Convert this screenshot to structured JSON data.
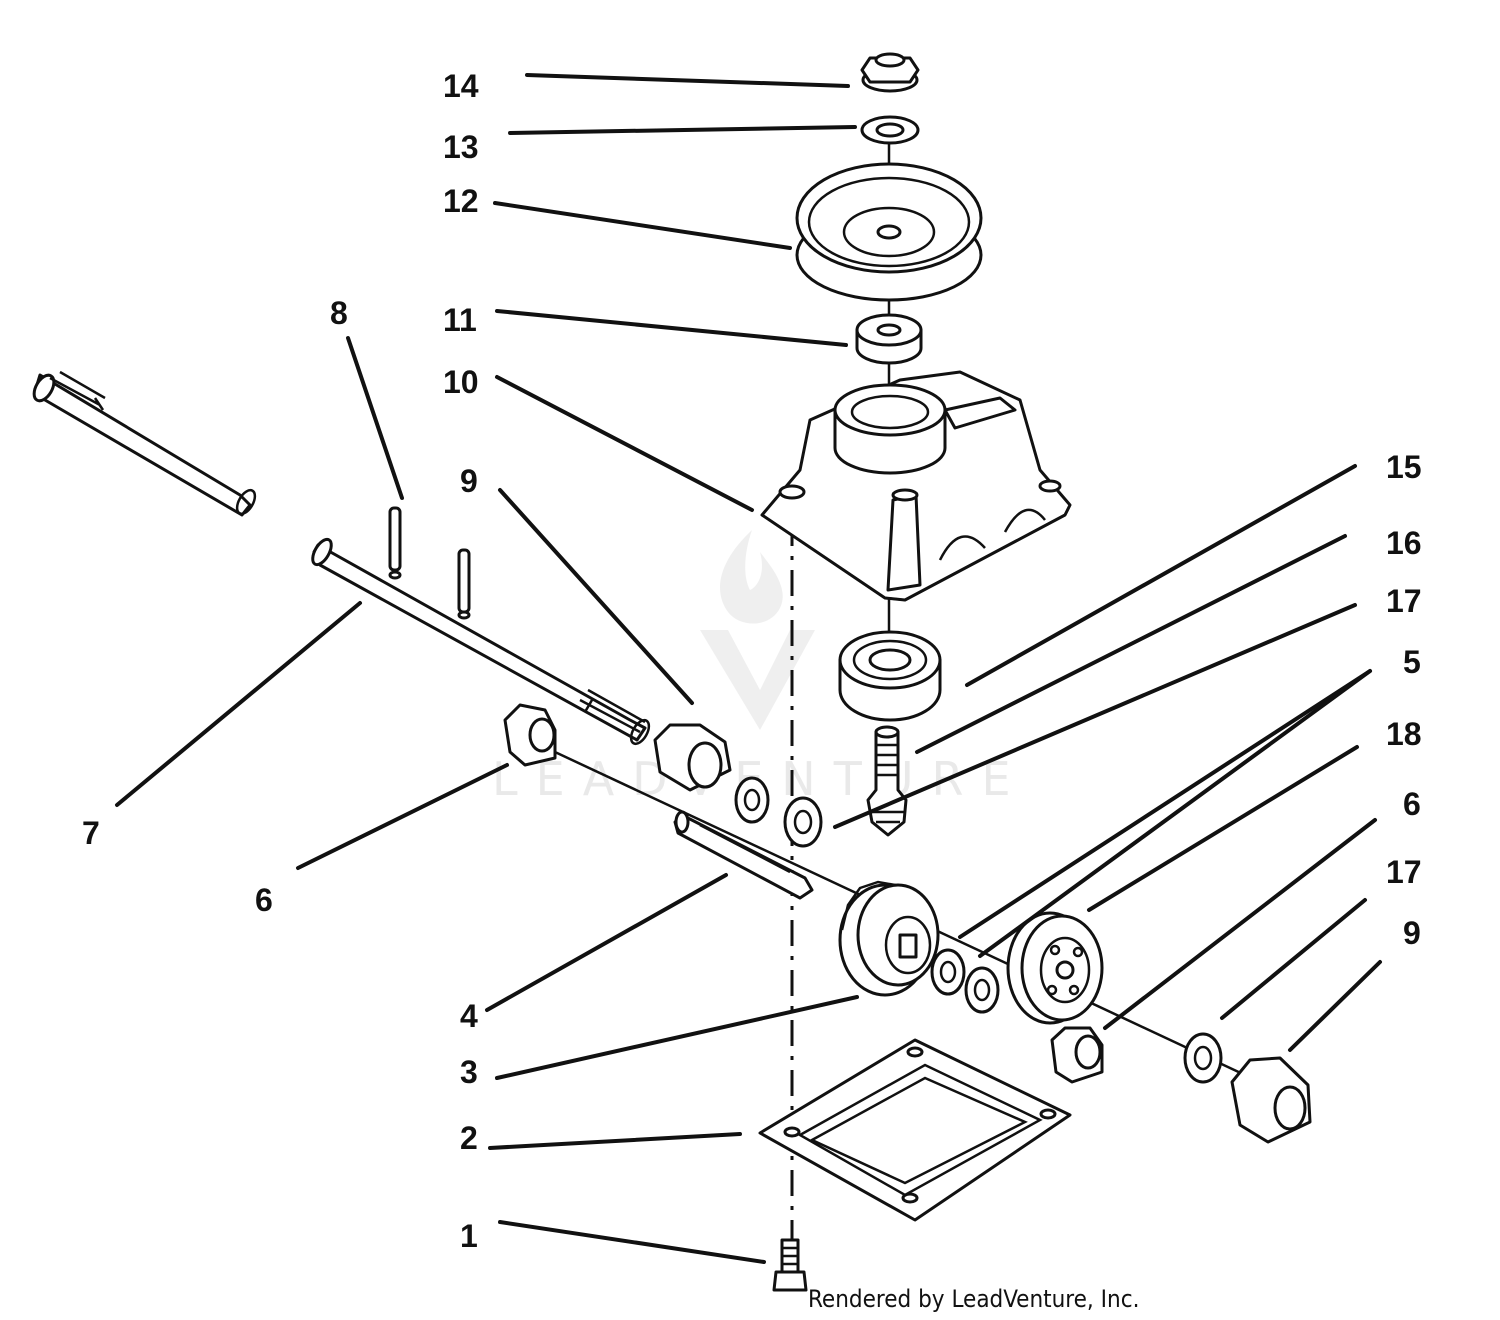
{
  "diagram": {
    "callouts": [
      "14",
      "13",
      "12",
      "11",
      "10",
      "9",
      "8",
      "7",
      "6",
      "4",
      "3",
      "2",
      "1",
      "15",
      "16",
      "17",
      "5",
      "18",
      "6",
      "17",
      "9"
    ],
    "credit": "Rendered by LeadVenture, Inc.",
    "watermark": "LEADVENTURE"
  }
}
